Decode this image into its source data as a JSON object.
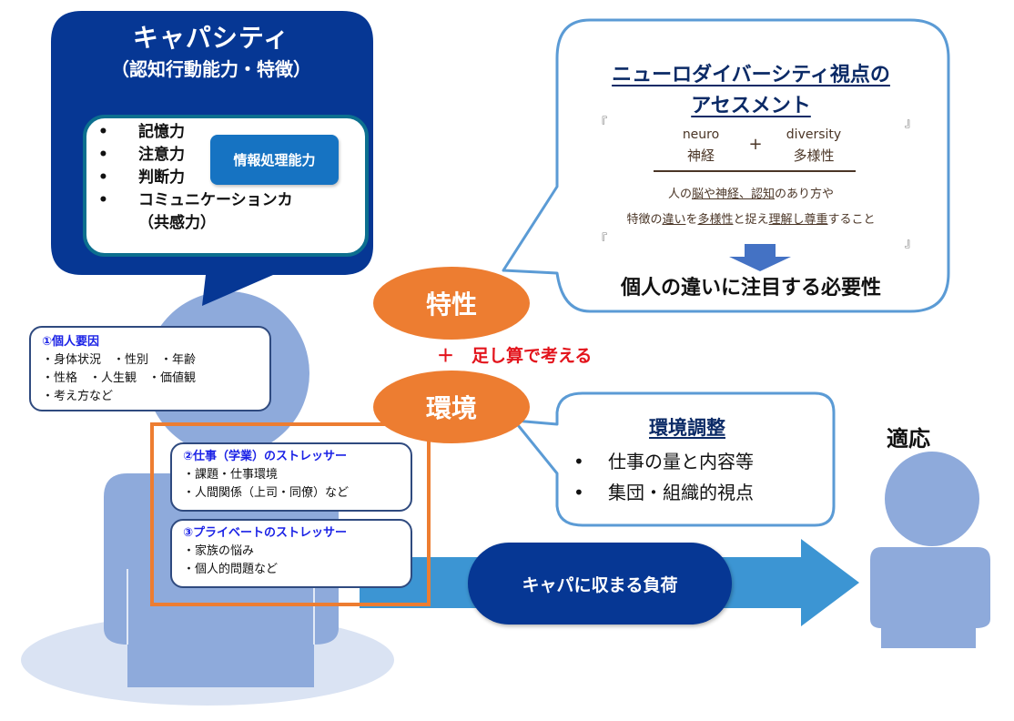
{
  "capacity": {
    "title": "キャパシティ",
    "subtitle": "（認知行動能力・特徴）",
    "items": [
      "記憶力",
      "注意力",
      "判断力",
      "コミュニケーションカ"
    ],
    "item_note": "（共感力）",
    "bullet": "•",
    "badge": "情報処理能力"
  },
  "neurodiversity": {
    "title_line1": "ニューロダイバーシティ視点の",
    "title_line2": "アセスメント",
    "open_bracket": "『",
    "close_bracket": "』",
    "term1_en": "neuro",
    "term1_ja": "神経",
    "plus": "+",
    "term2_en": "diversity",
    "term2_ja": "多様性",
    "definition_line1": {
      "parts": [
        {
          "text": "人の",
          "u": false
        },
        {
          "text": "脳や神経、認知",
          "u": true
        },
        {
          "text": "のあり方や",
          "u": false
        }
      ]
    },
    "definition_line2": {
      "parts": [
        {
          "text": "特徴の",
          "u": false
        },
        {
          "text": "違い",
          "u": true
        },
        {
          "text": "を",
          "u": false
        },
        {
          "text": "多様性",
          "u": true
        },
        {
          "text": "と捉え",
          "u": false
        },
        {
          "text": "理解し尊重",
          "u": true
        },
        {
          "text": "すること",
          "u": false
        }
      ]
    },
    "conclusion": "個人の違いに注目する必要性"
  },
  "traits_label": "特性",
  "environment_label": "環境",
  "addition_text": "＋　足し算で考える",
  "factors": {
    "personal": {
      "heading": "①個人要因",
      "lines": [
        "・身体状況　・性別　・年齢",
        "・性格　・人生観　・価値観",
        "・考え方など"
      ]
    },
    "work": {
      "heading": "②仕事（学業）のストレッサー",
      "lines": [
        "・課題・仕事環境",
        "・人間関係（上司・同僚）など"
      ]
    },
    "private": {
      "heading": "③プライベートのストレッサー",
      "lines": [
        "・家族の悩み",
        "・個人的問題など"
      ]
    }
  },
  "environment_adjustment": {
    "title": "環境調整",
    "bullet": "•",
    "items": [
      "仕事の量と内容等",
      "集団・組織的視点"
    ]
  },
  "load_label": "キャパに収まる負荷",
  "adaptation_label": "適応",
  "colors": {
    "navy": "#063794",
    "person": "#8eaadb",
    "shadow": "#dae3f3",
    "orange": "#ed7d31",
    "arrow": "#3c95d3",
    "bubble_border": "#5b9bd5",
    "red": "#e3141c"
  }
}
